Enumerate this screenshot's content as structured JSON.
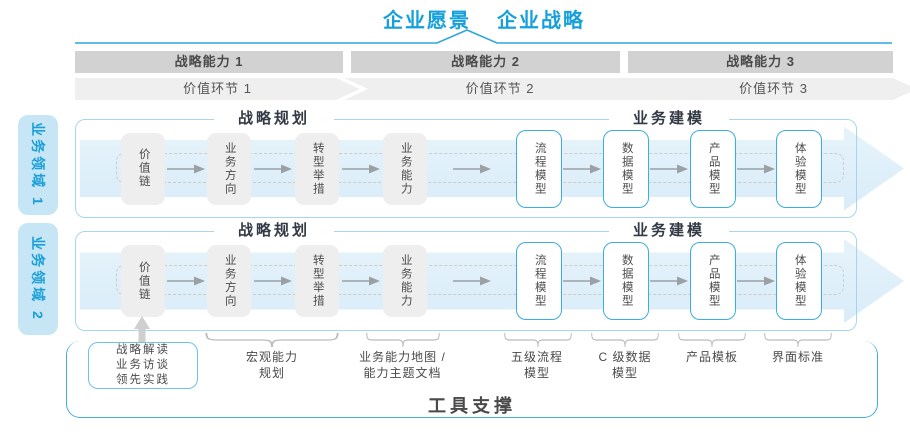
{
  "header": {
    "vision": "企业愿景",
    "strategy": "企业战略"
  },
  "capability_bars": [
    {
      "label": "战略能力 1"
    },
    {
      "label": "战略能力 2"
    },
    {
      "label": "战略能力 3"
    }
  ],
  "value_chain": [
    {
      "label": "价值环节 1"
    },
    {
      "label": "价值环节 2"
    },
    {
      "label": "价值环节 3"
    }
  ],
  "domains": [
    {
      "label": "业务领域 1"
    },
    {
      "label": "业务领域 2"
    }
  ],
  "rows": {
    "planning_header": "战略规划",
    "modeling_header": "业务建模",
    "gray_boxes": [
      {
        "label": "价值链"
      },
      {
        "label": "业务方向"
      },
      {
        "label": "转型举措"
      },
      {
        "label": "业务能力"
      }
    ],
    "blue_boxes": [
      {
        "label": "流程模型"
      },
      {
        "label": "数据模型"
      },
      {
        "label": "产品模型"
      },
      {
        "label": "体验模型"
      }
    ]
  },
  "annotations": {
    "practice_box": "战略解读\n业务访谈\n领先实践",
    "macro_capability": "宏观能力\n规划",
    "capability_map": "业务能力地图 /\n能力主题文档",
    "process_model": "五级流程\n模型",
    "data_model": "C 级数据\n模型",
    "product_template": "产品模板",
    "ui_standard": "界面标准"
  },
  "footer": {
    "label": "工具支撑"
  },
  "colors": {
    "accent_blue": "#14A0DB",
    "box_border_blue": "#3BADDE",
    "row_border_blue": "#A6D7EE",
    "domain_bg": "#C6E6F6",
    "band_fill": "#E2EFF8",
    "bar_bg": "#D2D2D2",
    "chevron_bg": "#EFEFEF",
    "gray_box_bg": "#EEEEEE",
    "text_dark": "#4A4A4A"
  }
}
